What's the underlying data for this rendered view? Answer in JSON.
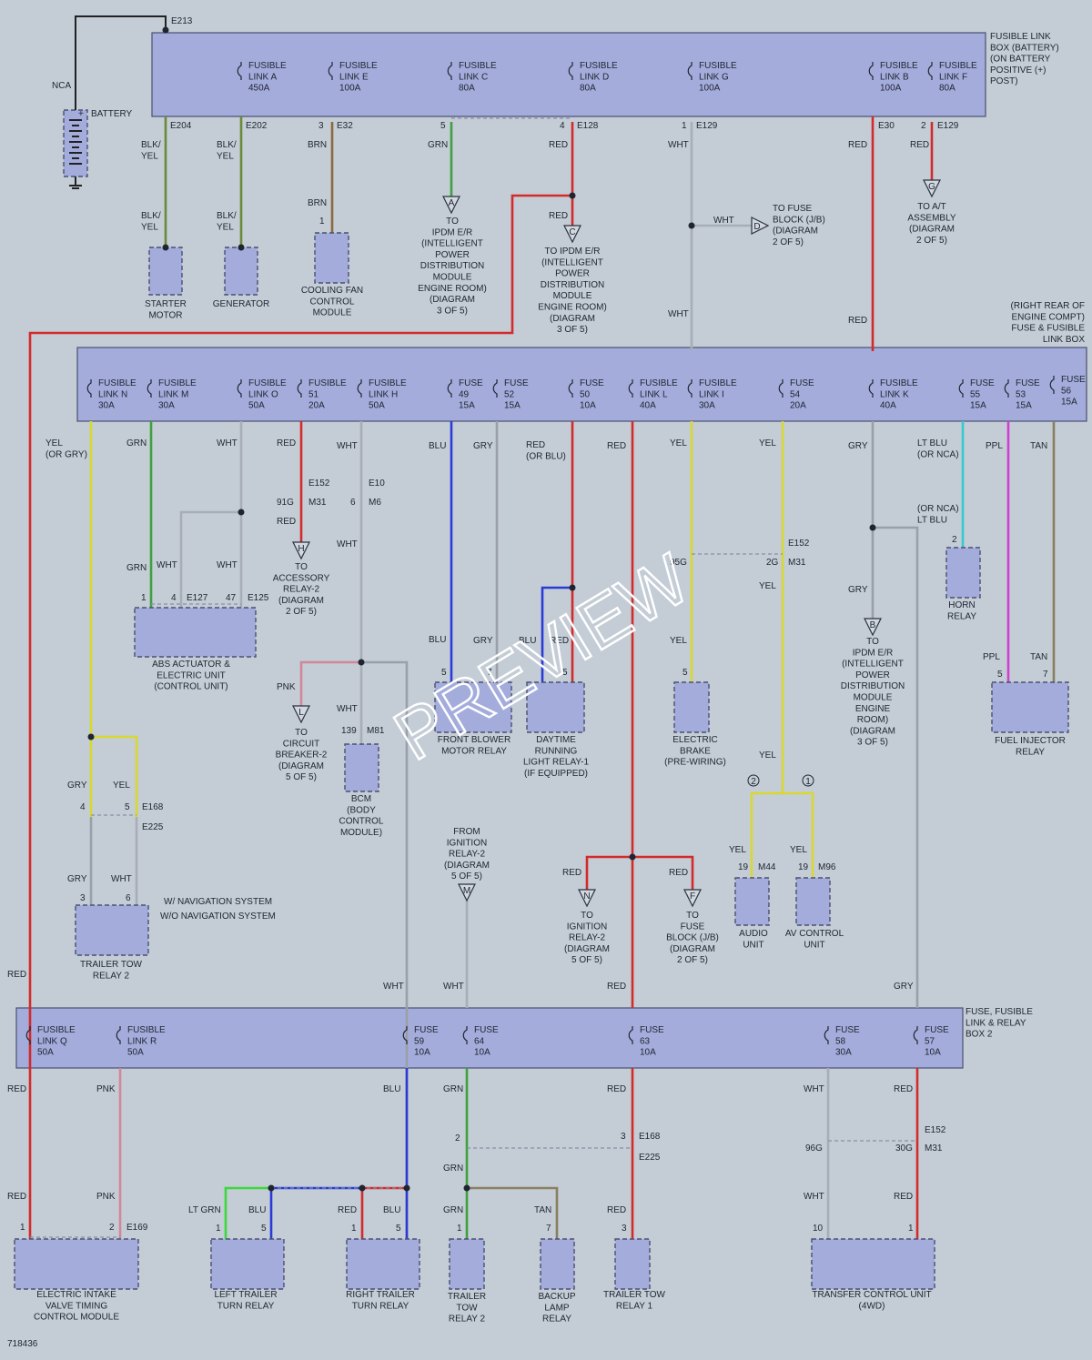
{
  "colors": {
    "red": "#d42a2a",
    "grn": "#3fa03f",
    "blk_yel": "#6a8a3a",
    "brn": "#8a6a3a",
    "wht": "#a8aeb8",
    "gry": "#9aa0a8",
    "yel": "#d8d830",
    "blu": "#2a3ad8",
    "pnk": "#d08898",
    "lt_grn": "#3ad83a",
    "tan": "#8a8060",
    "lt_blu": "#38c8d0",
    "ppl": "#d040d0",
    "box_fill": "#a4acdc",
    "background": "#c4ccd6"
  },
  "boxes": [
    {
      "label": "FUSIBLE LINK\nBOX (BATTERY)\n(ON BATTERY\nPOSITIVE (+)\nPOST)"
    },
    {
      "label": "(RIGHT REAR OF\nENGINE COMPT)\nFUSE & FUSIBLE\nLINK BOX"
    },
    {
      "label": "FUSE, FUSIBLE\nLINK & RELAY\nBOX 2"
    }
  ],
  "fuses": [
    {
      "label": "FUSIBLE\nLINK A\n450A"
    },
    {
      "label": "FUSIBLE\nLINK E\n100A"
    },
    {
      "label": "FUSIBLE\nLINK C\n80A"
    },
    {
      "label": "FUSIBLE\nLINK D\n80A"
    },
    {
      "label": "FUSIBLE\nLINK G\n100A"
    },
    {
      "label": "FUSIBLE\nLINK B\n100A"
    },
    {
      "label": "FUSIBLE\nLINK F\n80A"
    },
    {
      "label": "FUSIBLE\nLINK N\n30A"
    },
    {
      "label": "FUSIBLE\nLINK M\n30A"
    },
    {
      "label": "FUSIBLE\nLINK O\n50A"
    },
    {
      "label": "FUSIBLE\n51\n20A"
    },
    {
      "label": "FUSIBLE\nLINK H\n50A"
    },
    {
      "label": "FUSE\n49\n15A"
    },
    {
      "label": "FUSE\n52\n15A"
    },
    {
      "label": "FUSE\n50\n10A"
    },
    {
      "label": "FUSIBLE\nLINK L\n40A"
    },
    {
      "label": "FUSIBLE\nLINK I\n30A"
    },
    {
      "label": "FUSE\n54\n20A"
    },
    {
      "label": "FUSIBLE\nLINK K\n40A"
    },
    {
      "label": "FUSE\n55\n15A"
    },
    {
      "label": "FUSE\n53\n15A"
    },
    {
      "label": "FUSE\n56\n15A"
    },
    {
      "label": "FUSIBLE\nLINK Q\n50A"
    },
    {
      "label": "FUSIBLE\nLINK R\n50A"
    },
    {
      "label": "FUSE\n59\n10A"
    },
    {
      "label": "FUSE\n64\n10A"
    },
    {
      "label": "FUSE\n63\n10A"
    },
    {
      "label": "FUSE\n58\n30A"
    },
    {
      "label": "FUSE\n57\n10A"
    }
  ],
  "components": [
    {
      "label": "STARTER\nMOTOR"
    },
    {
      "label": "GENERATOR"
    },
    {
      "label": "COOLING FAN\nCONTROL\nMODULE"
    },
    {
      "label": "ABS ACTUATOR &\nELECTRIC UNIT\n(CONTROL UNIT)"
    },
    {
      "label": "HORN\nRELAY"
    },
    {
      "label": "FUEL INJECTOR\nRELAY"
    },
    {
      "label": "BCM\n(BODY\nCONTROL\nMODULE)"
    },
    {
      "label": "FRONT BLOWER\nMOTOR RELAY"
    },
    {
      "label": "DAYTIME\nRUNNING\nLIGHT RELAY-1\n(IF EQUIPPED)"
    },
    {
      "label": "ELECTRIC\nBRAKE\n(PRE-WIRING)"
    },
    {
      "label": "TRAILER TOW\nRELAY 2"
    },
    {
      "label": "AUDIO\nUNIT"
    },
    {
      "label": "AV CONTROL\nUNIT"
    },
    {
      "label": "ELECTRIC INTAKE\nVALVE TIMING\nCONTROL MODULE"
    },
    {
      "label": "LEFT TRAILER\nTURN RELAY"
    },
    {
      "label": "RIGHT TRAILER\nTURN RELAY"
    },
    {
      "label": "TRAILER\nTOW\nRELAY 2"
    },
    {
      "label": "BACKUP\nLAMP\nRELAY"
    },
    {
      "label": "TRAILER TOW\nRELAY 1"
    },
    {
      "label": "TRANSFER CONTROL UNIT\n(4WD)"
    }
  ],
  "refs": [
    {
      "letter": "A",
      "label": "TO\nIPDM E/R\n(INTELLIGENT\nPOWER\nDISTRIBUTION\nMODULE\nENGINE ROOM)\n(DIAGRAM\n3 OF 5)"
    },
    {
      "letter": "C",
      "label": "TO IPDM E/R\n(INTELLIGENT\nPOWER\nDISTRIBUTION\nMODULE\nENGINE ROOM)\n(DIAGRAM\n3 OF 5)"
    },
    {
      "letter": "D",
      "label": "TO FUSE\nBLOCK (J/B)\n(DIAGRAM\n2 OF 5)"
    },
    {
      "letter": "G",
      "label": "TO A/T\nASSEMBLY\n(DIAGRAM\n2 OF 5)"
    },
    {
      "letter": "H",
      "label": "TO\nACCESSORY\nRELAY-2\n(DIAGRAM\n2 OF 5)"
    },
    {
      "letter": "L",
      "label": "TO\nCIRCUIT\nBREAKER-2\n(DIAGRAM\n5 OF 5)"
    },
    {
      "letter": "B",
      "label": "TO\nIPDM E/R\n(INTELLIGENT\nPOWER\nDISTRIBUTION\nMODULE\nENGINE\nROOM)\n(DIAGRAM\n3 OF 5)"
    },
    {
      "letter": "M",
      "label": "FROM\nIGNITION\nRELAY-2\n(DIAGRAM\n5 OF 5)"
    },
    {
      "letter": "N",
      "label": "TO\nIGNITION\nRELAY-2\n(DIAGRAM\n5 OF 5)"
    },
    {
      "letter": "F",
      "label": "TO\nFUSE\nBLOCK (J/B)\n(DIAGRAM\n2 OF 5)"
    }
  ],
  "labels": {
    "e213": "E213",
    "nca": "NCA",
    "battery": "BATTERY",
    "e204": "E204",
    "e202": "E202",
    "e32": "E32",
    "e128": "E128",
    "e129": "E129",
    "e30": "E30",
    "blk_yel": "BLK/\nYEL",
    "brn": "BRN",
    "grn": "GRN",
    "red": "RED",
    "wht": "WHT",
    "yel_or_gry": "YEL\n(OR GRY)",
    "red_or_blu": "RED\n(OR BLU)",
    "blu": "BLU",
    "gry": "GRY",
    "yel": "YEL",
    "lt_blu_or_nca": "LT BLU\n(OR NCA)",
    "or_nca_lt_blu": "(OR NCA)\nLT BLU",
    "ppl": "PPL",
    "tan": "TAN",
    "pnk": "PNK",
    "lt_grn": "LT GRN",
    "e152": "E152",
    "m31": "M31",
    "e10": "E10",
    "m6": "M6",
    "e127": "E127",
    "e125": "E125",
    "m81": "M81",
    "e168": "E168",
    "e225": "E225",
    "m44": "M44",
    "m96": "M96",
    "e169": "E169",
    "pin_91g": "91G",
    "pin_95g": "95G",
    "pin_2g": "2G",
    "pin_96g": "96G",
    "pin_30g": "30G",
    "pin_139": "139",
    "pin_6": "6",
    "pin_5": "5",
    "pin_7": "7",
    "pin_1": "1",
    "pin_2": "2",
    "pin_3": "3",
    "pin_4": "4",
    "pin_47": "47",
    "pin_19": "19",
    "pin_10": "10",
    "opt_1": "1",
    "opt_2": "2",
    "w_nav": "W/ NAVIGATION SYSTEM",
    "wo_nav": "W/O NAVIGATION SYSTEM",
    "doc_number": "718436",
    "watermark": "PREVIEW"
  }
}
